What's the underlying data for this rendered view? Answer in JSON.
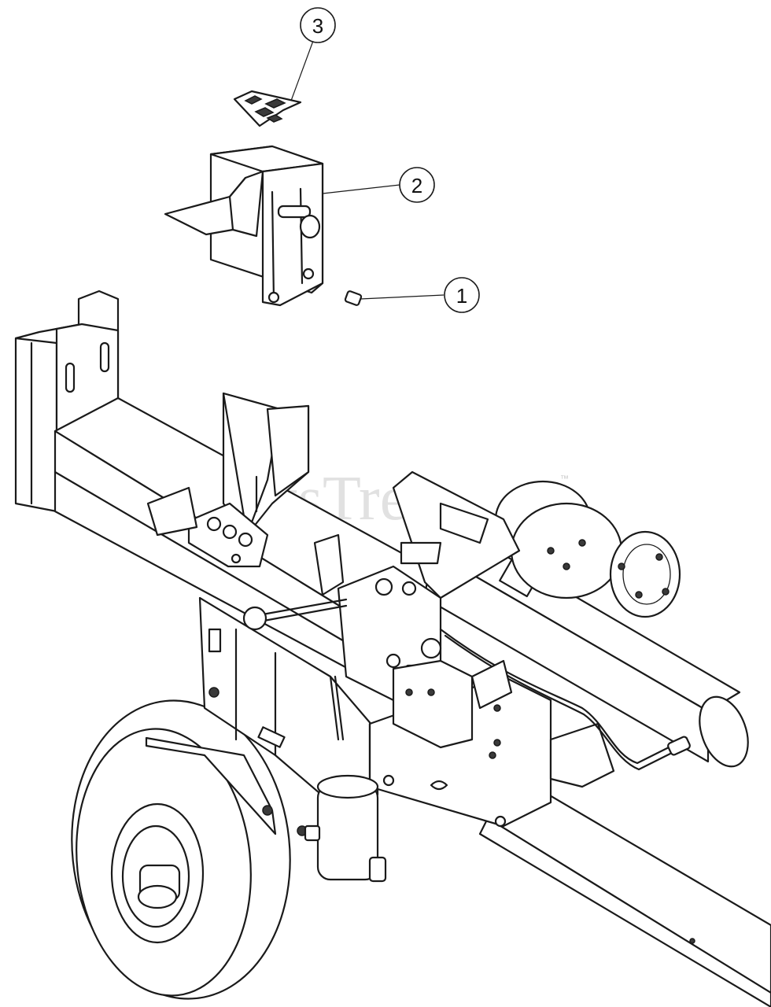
{
  "callouts": [
    {
      "number": "1",
      "part": "pin"
    },
    {
      "number": "2",
      "part": "splitting-wedge"
    },
    {
      "number": "3",
      "part": "decal-plate"
    }
  ],
  "watermark": {
    "text": "PartsTree",
    "trademark": "™"
  }
}
